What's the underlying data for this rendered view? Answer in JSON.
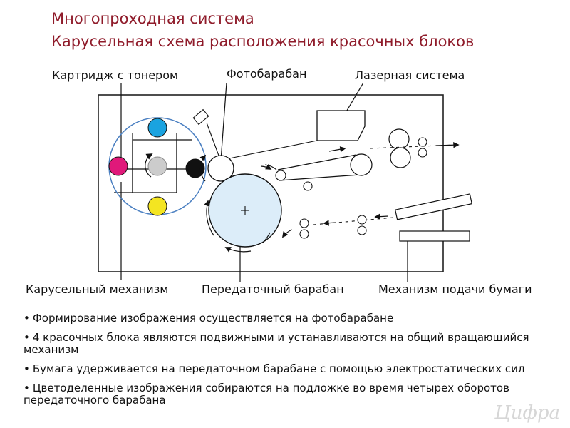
{
  "title": {
    "line1": "Многопроходная система",
    "line2": "Карусельная схема расположения красочных блоков"
  },
  "labels": {
    "cartridge": "Картридж с тонером",
    "photodrum": "Фотобарабан",
    "laser": "Лазерная система",
    "carousel": "Карусельный механизм",
    "transfer_drum": "Передаточный барабан",
    "paper_feed": "Механизм подачи бумаги"
  },
  "bullets": [
    "Формирование изображения осуществляется на фотобарабане",
    "4 красочных блока являются подвижными и устанавливаются на общий вращающийся механизм",
    "Бумага удерживается на передаточном барабане с помощью электростатических сил",
    "Цветоделенные изображения собираются на подложке во время четырех оборотов передаточного барабана"
  ],
  "toner_colors": {
    "cyan": "#1aa3e0",
    "magenta": "#e0197a",
    "yellow": "#f4e521",
    "black": "#111111",
    "center": "#cccccc"
  },
  "colors": {
    "title": "#8f1b2a",
    "carousel_ring": "#4a7fc1",
    "transfer_drum_fill": "#dcedf9"
  },
  "logo": "Цифра"
}
